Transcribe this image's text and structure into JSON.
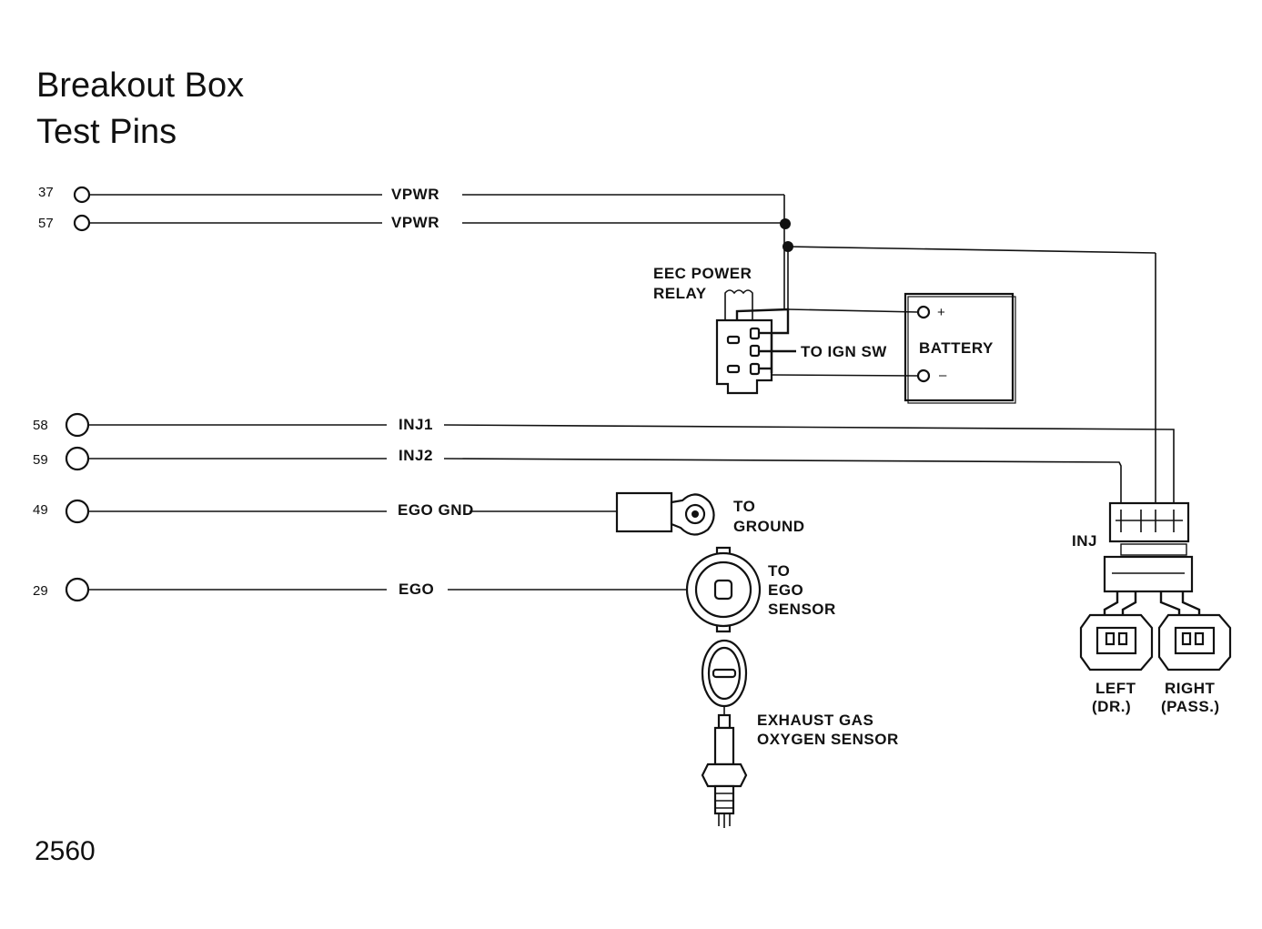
{
  "title": {
    "line1": "Breakout Box",
    "line2": "Test Pins"
  },
  "pins": [
    {
      "number": "37",
      "signal": "VPWR"
    },
    {
      "number": "57",
      "signal": "VPWR"
    },
    {
      "number": "58",
      "signal": "INJ1"
    },
    {
      "number": "59",
      "signal": "INJ2"
    },
    {
      "number": "49",
      "signal": "EGO GND"
    },
    {
      "number": "29",
      "signal": "EGO"
    }
  ],
  "components": {
    "relay": {
      "line1": "EEC POWER",
      "line2": "RELAY"
    },
    "ign": "TO IGN SW",
    "battery": {
      "label": "BATTERY",
      "plus": "+",
      "minus": "–"
    },
    "ground": {
      "line1": "TO",
      "line2": "GROUND"
    },
    "ego_connector": {
      "line1": "TO",
      "line2": "EGO",
      "line3": "SENSOR"
    },
    "ego_sensor": {
      "line1": "EXHAUST GAS",
      "line2": "OXYGEN SENSOR"
    },
    "injector_connector": "INJ",
    "left_injector": {
      "line1": "LEFT",
      "line2": "(DR.)"
    },
    "right_injector": {
      "line1": "RIGHT",
      "line2": "(PASS.)"
    }
  },
  "figure_number": "2560"
}
